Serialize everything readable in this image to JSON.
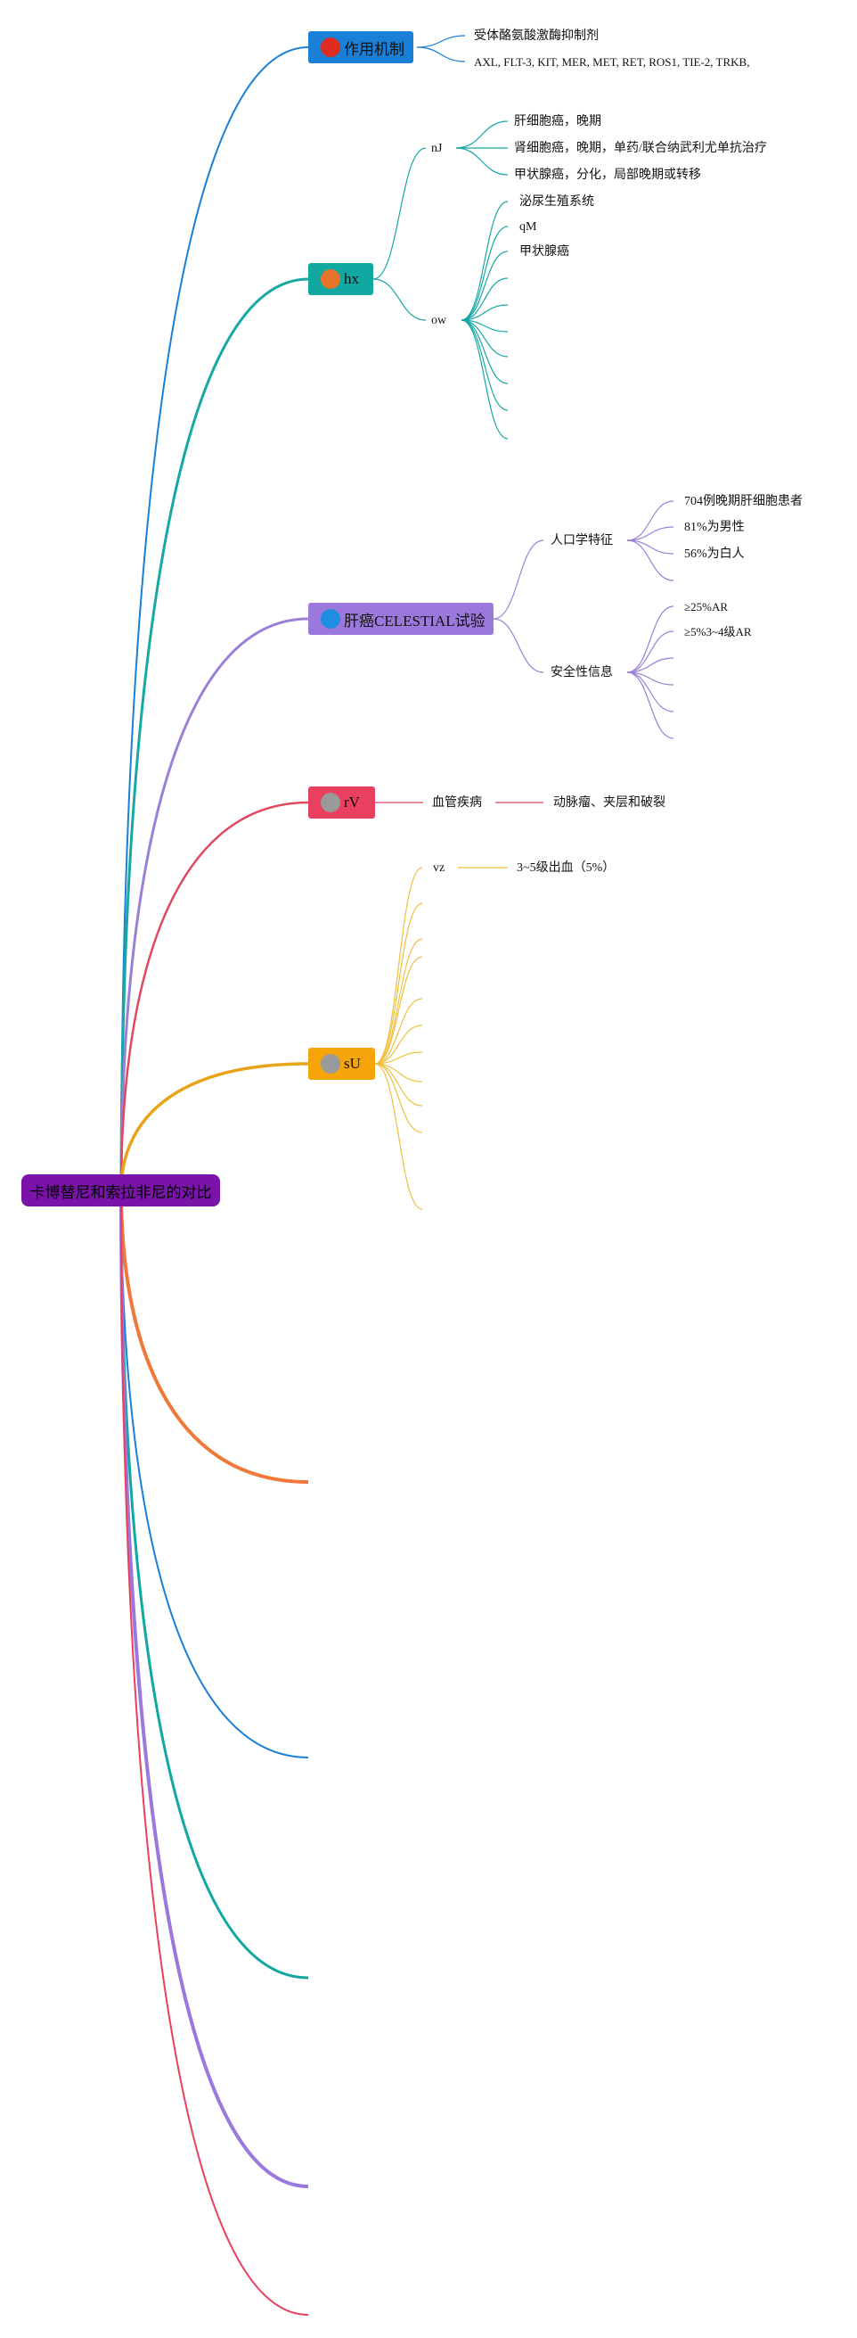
{
  "root": {
    "label": "卡博替尼和索拉非尼的对比",
    "color": "#7a14a8"
  },
  "branches": [
    {
      "id": "mechanism",
      "label": "作用机制",
      "fill": "#1a7fd6",
      "dot": "#e02c20",
      "line": "#1a7fd6",
      "children": [
        {
          "label": "受体酪氨酸激酶抑制剂"
        },
        {
          "label": "AXL, FLT-3, KIT, MER, MET, RET, ROS1, TIE-2, TRKB,"
        }
      ]
    },
    {
      "id": "indications",
      "label": "hx",
      "fill": "#10a8a0",
      "dot": "#e8742c",
      "line": "#18a8a4",
      "children": [
        {
          "label": "nJ",
          "children": [
            {
              "label": "肝细胞癌，晚期"
            },
            {
              "label": "肾细胞癌，晚期，单药/联合纳武利尤单抗治疗"
            },
            {
              "label": "甲状腺癌，分化，局部晚期或转移"
            }
          ]
        },
        {
          "label": "ow",
          "children": [
            {
              "label": "泌尿生殖系统"
            },
            {
              "label": "qM"
            },
            {
              "label": "甲状腺癌"
            },
            {
              "label": ""
            },
            {
              "label": ""
            },
            {
              "label": ""
            },
            {
              "label": ""
            },
            {
              "label": ""
            },
            {
              "label": ""
            },
            {
              "label": ""
            }
          ]
        }
      ]
    },
    {
      "id": "celestial",
      "label": "肝癌CELESTIAL试验",
      "fill": "#9b78dc",
      "dot": "#1e8ee0",
      "line": "#9b80d8",
      "children": [
        {
          "label": "人口学特征",
          "children": [
            {
              "label": "704例晚期肝细胞患者"
            },
            {
              "label": "81%为男性"
            },
            {
              "label": "56%为白人"
            },
            {
              "label": ""
            }
          ]
        },
        {
          "label": "安全性信息",
          "children": [
            {
              "label": "≥25%AR"
            },
            {
              "label": "≥5%3~4级AR"
            },
            {
              "label": ""
            },
            {
              "label": ""
            },
            {
              "label": ""
            },
            {
              "label": ""
            }
          ]
        }
      ]
    },
    {
      "id": "vascular",
      "label": "rV",
      "fill": "#ea4060",
      "dot": "#9a9a9a",
      "line": "#e04860",
      "children": [
        {
          "label": "血管疾病",
          "children": [
            {
              "label": "动脉瘤、夹层和破裂"
            }
          ]
        }
      ]
    },
    {
      "id": "bleeding",
      "label": "sU",
      "fill": "#f5a50a",
      "dot": "#9a9a9a",
      "line": "#efc040",
      "children": [
        {
          "label": "vz",
          "children": [
            {
              "label": "3~5级出血（5%）"
            }
          ]
        },
        {
          "label": ""
        },
        {
          "label": ""
        },
        {
          "label": ""
        },
        {
          "label": ""
        },
        {
          "label": ""
        },
        {
          "label": ""
        },
        {
          "label": ""
        },
        {
          "label": ""
        },
        {
          "label": ""
        },
        {
          "label": ""
        }
      ]
    }
  ],
  "collapsed_branches": [
    {
      "color": "#f07838"
    },
    {
      "color": "#1a7fd6"
    },
    {
      "color": "#10a8a0"
    },
    {
      "color": "#9b78dc"
    },
    {
      "color": "#ea4060"
    }
  ]
}
